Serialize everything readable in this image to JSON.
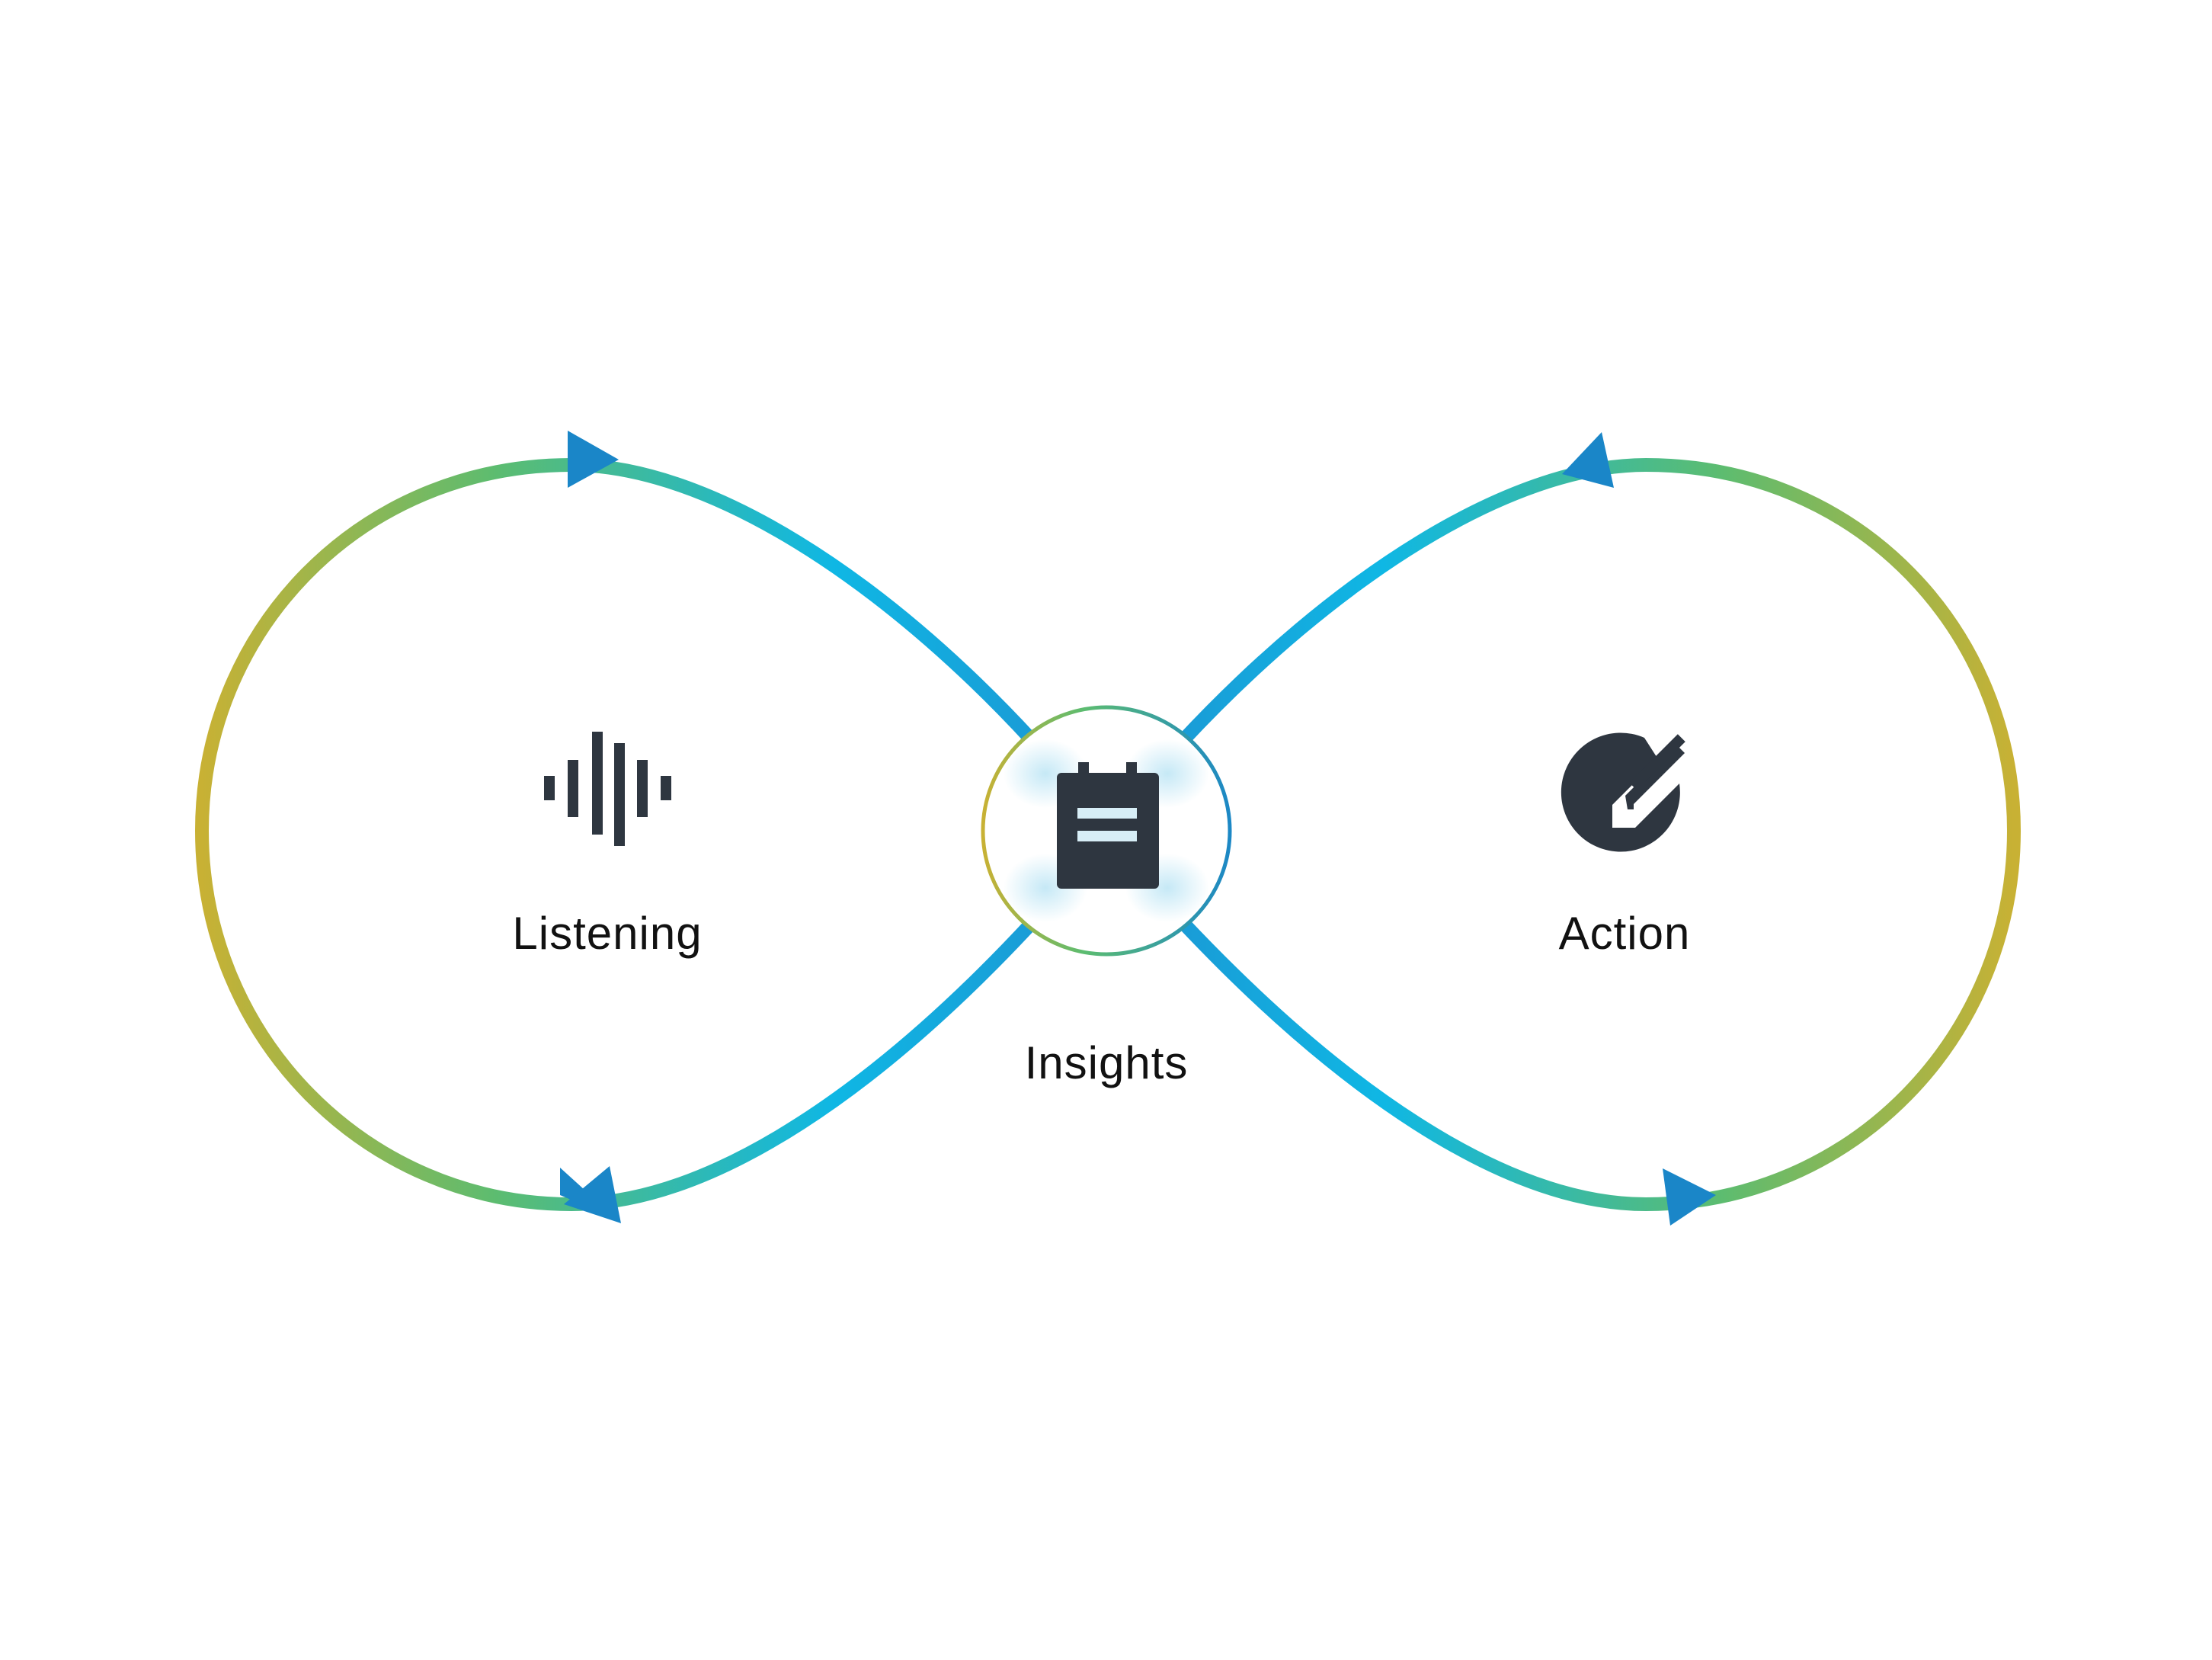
{
  "nodes": {
    "listening": {
      "label": "Listening",
      "icon": "sound-wave-icon"
    },
    "insights": {
      "label": "Insights",
      "icon": "notepad-icon"
    },
    "action": {
      "label": "Action",
      "icon": "circle-pencil-icon"
    }
  },
  "colors": {
    "loop_outer": "#c8b134",
    "loop_mid": "#5cbc70",
    "loop_inner": "#0fb7e4",
    "arrow": "#1a86c8",
    "icon": "#2e3640",
    "label": "#111111",
    "background": "#ffffff"
  },
  "flow_direction": "infinity loop: Listening → Insights → Action → Insights → Listening"
}
